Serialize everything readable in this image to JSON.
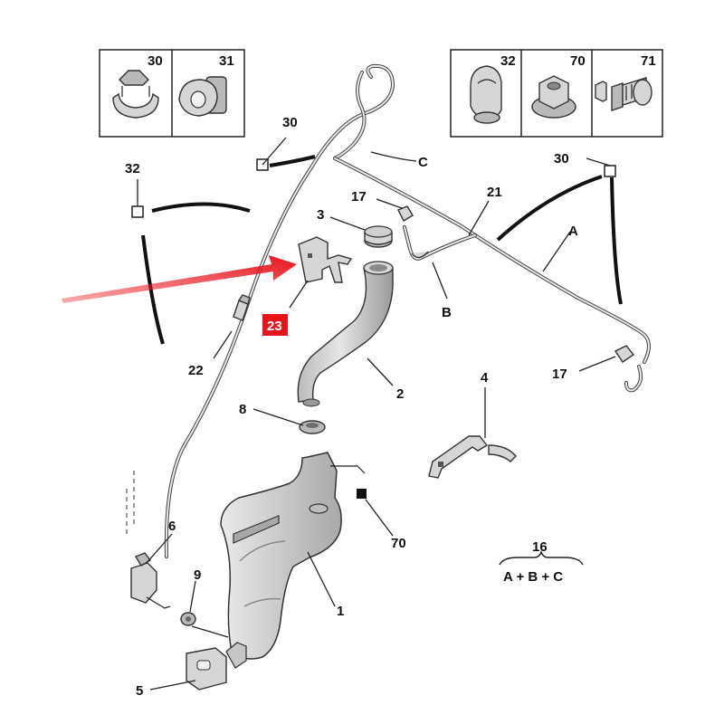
{
  "inset_left": {
    "labels": [
      "30",
      "31"
    ]
  },
  "inset_right": {
    "labels": [
      "32",
      "70",
      "71"
    ]
  },
  "callouts": {
    "c30_top": "30",
    "c_C": "C",
    "c32_left": "32",
    "c17_top": "17",
    "c21": "21",
    "c30_right": "30",
    "c3": "3",
    "c_A": "A",
    "c_B": "B",
    "c23": "23",
    "c22": "22",
    "c17_right": "17",
    "c2": "2",
    "c4": "4",
    "c8": "8",
    "c70": "70",
    "c6": "6",
    "c9": "9",
    "c1": "1",
    "c5": "5"
  },
  "legend": {
    "number": "16",
    "formula": "A + B + C"
  },
  "colors": {
    "highlight": "#e8141c",
    "arrow": "#e8141c"
  },
  "highlighted_part": "23"
}
